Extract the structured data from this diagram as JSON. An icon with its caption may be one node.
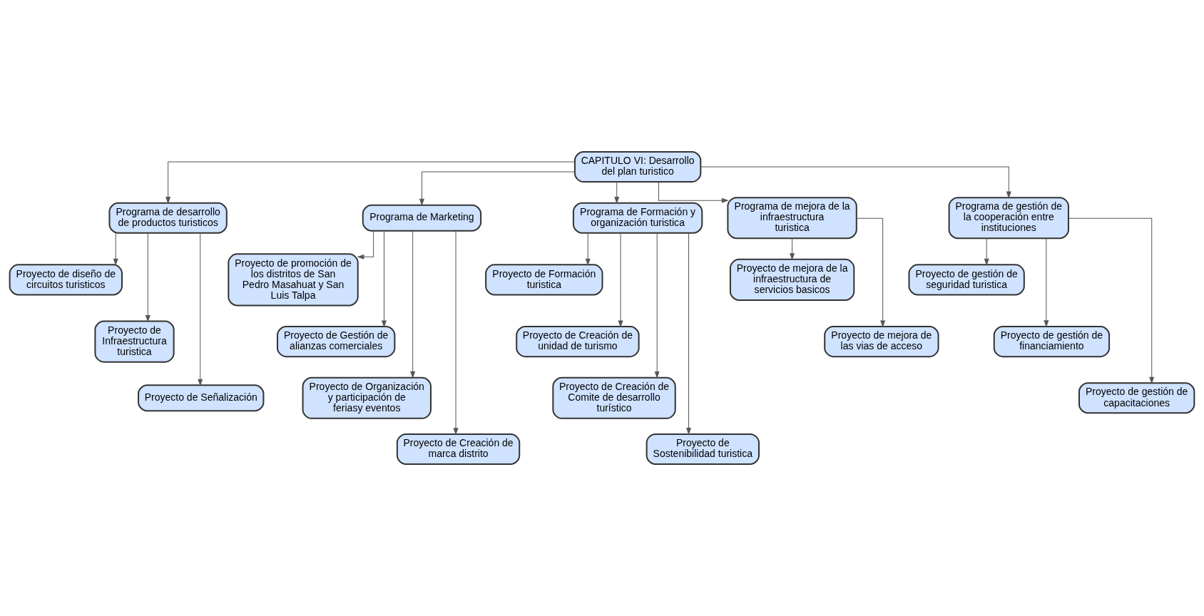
{
  "diagram": {
    "nodes": [
      {
        "text": [
          "CAPITULO VI: Desarrollo del plan turistico"
        ]
      },
      {
        "text": [
          "Programa de desarrollo de productos turisticos"
        ]
      },
      {
        "text": [
          "Programa de Marketing"
        ]
      },
      {
        "text": [
          "Programa de Formación y organización turistica"
        ]
      },
      {
        "text": [
          "Programa de mejora de la infraestructura turistica"
        ]
      },
      {
        "text": [
          "Programa de gestión de la cooperación entre instituciones"
        ]
      },
      {
        "text": [
          "Proyecto de diseño de circuitos turisticos"
        ]
      },
      {
        "text": [
          "Proyecto de Infraestructura turistica"
        ]
      },
      {
        "text": [
          "Proyecto de Señalización"
        ]
      },
      {
        "text": [
          "Proyecto de promoción de los distritos de San Pedro Masahuat y San Luis Talpa"
        ]
      },
      {
        "text": [
          "Proyecto de Gestión de alianzas comerciales"
        ]
      },
      {
        "text": [
          "Proyecto de Organización y participación de feriasy eventos"
        ]
      },
      {
        "text": [
          "Proyecto de Creación de marca distrito"
        ]
      },
      {
        "text": [
          "Proyecto de Formación turistica"
        ]
      },
      {
        "text": [
          "Proyecto de Creación de unidad de turismo"
        ]
      },
      {
        "text": [
          "Proyecto de Creación de Comite de desarrollo turístico"
        ]
      },
      {
        "text": [
          "Proyecto de Sostenibilidad turistica"
        ]
      },
      {
        "text": [
          "Proyecto de mejora de la infraestructura de servicios basicos"
        ]
      },
      {
        "text": [
          "Proyecto de mejora de las vias de acceso"
        ]
      },
      {
        "text": [
          "Proyecto de gestión de seguridad turistica"
        ]
      },
      {
        "text": [
          "Proyecto de gestión de financiamiento"
        ]
      },
      {
        "text": [
          "Proyecto de gestión de capacitaciones"
        ]
      }
    ],
    "edges": [
      {
        "from": 0,
        "to": 1,
        "arrow": "to"
      },
      {
        "from": 0,
        "to": 2,
        "arrow": "to"
      },
      {
        "from": 0,
        "to": 3,
        "arrow": "to"
      },
      {
        "from": 0,
        "to": 4,
        "arrow": "to"
      },
      {
        "from": 0,
        "to": 5,
        "arrow": "to"
      },
      {
        "from": 1,
        "to": 6,
        "arrow": "to"
      },
      {
        "from": 1,
        "to": 7,
        "arrow": "to"
      },
      {
        "from": 1,
        "to": 8,
        "arrow": "to"
      },
      {
        "from": 2,
        "to": 9,
        "arrow": "to"
      },
      {
        "from": 2,
        "to": 10,
        "arrow": "to"
      },
      {
        "from": 2,
        "to": 11,
        "arrow": "to"
      },
      {
        "from": 2,
        "to": 12,
        "arrow": "to"
      },
      {
        "from": 3,
        "to": 13,
        "arrow": "to"
      },
      {
        "from": 3,
        "to": 14,
        "arrow": "to"
      },
      {
        "from": 3,
        "to": 15,
        "arrow": "to"
      },
      {
        "from": 3,
        "to": 16,
        "arrow": "to"
      },
      {
        "from": 4,
        "to": 17,
        "arrow": "to"
      },
      {
        "from": 4,
        "to": 18,
        "arrow": "to"
      },
      {
        "from": 5,
        "to": 19,
        "arrow": "to"
      },
      {
        "from": 5,
        "to": 20,
        "arrow": "to"
      },
      {
        "from": 5,
        "to": 21,
        "arrow": "to"
      }
    ]
  }
}
